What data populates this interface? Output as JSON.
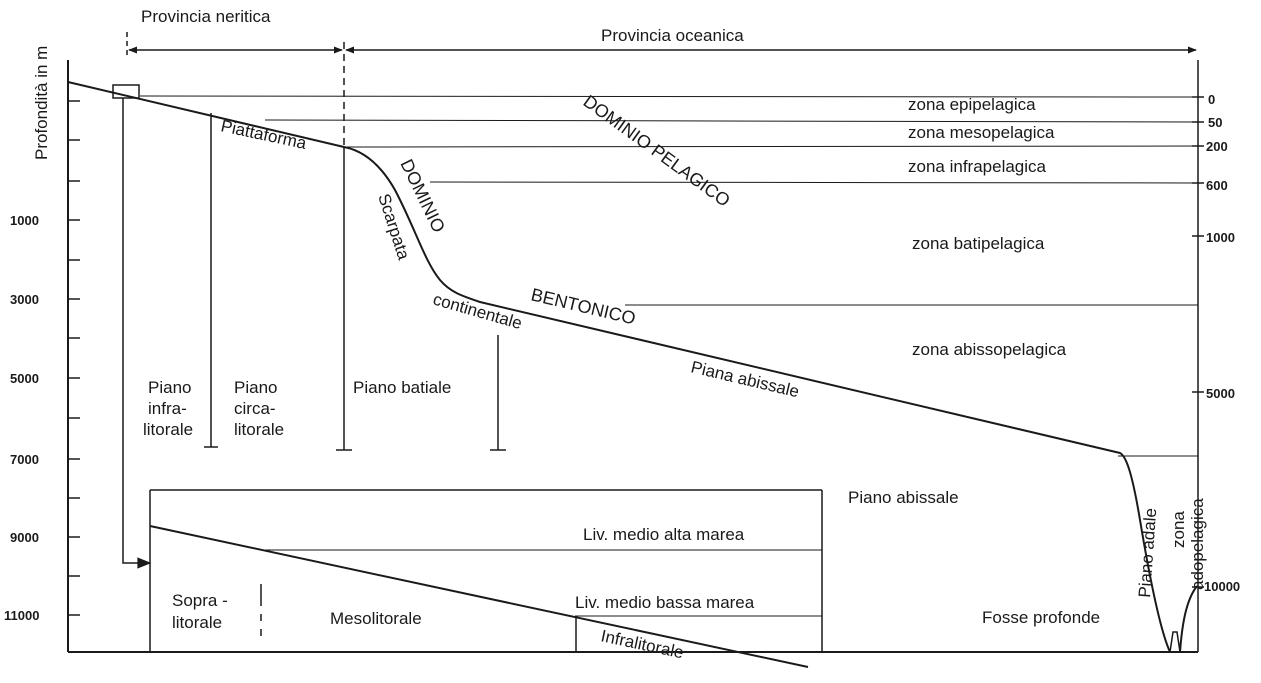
{
  "title_neritic": "Provincia neritica",
  "title_oceanic": "Provincia oceanica",
  "axis_label": "Profondità in m",
  "left_ticks": [
    "1000",
    "3000",
    "5000",
    "7000",
    "9000",
    "11000"
  ],
  "right_ticks": [
    "0",
    "50",
    "200",
    "600",
    "1000",
    "5000",
    "10000"
  ],
  "pelagic_zones": {
    "epi": "zona epipelagica",
    "meso": "zona mesopelagica",
    "infra": "zona infrapelagica",
    "bati": "zona batipelagica",
    "abisso": "zona abissopelagica",
    "ado1": "zona",
    "ado2": "adopelagica"
  },
  "domain_labels": {
    "pelagico": "DOMINIO PELAGICO",
    "dominio": "DOMINIO",
    "bentonico": "BENTONICO"
  },
  "relief": {
    "piattaforma": "Piattaforma",
    "scarpata": "Scarpata",
    "continentale": "continentale",
    "piana": "Piana abissale",
    "fosse": "Fosse profonde",
    "adale": "Piano adale"
  },
  "piani": {
    "infra1": "Piano",
    "infra2": "infra-",
    "infra3": "litorale",
    "circa1": "Piano",
    "circa2": "circa-",
    "circa3": "litorale",
    "batiale": "Piano batiale",
    "abissale": "Piano abissale"
  },
  "inset": {
    "alta": "Liv. medio alta marea",
    "bassa": "Liv. medio bassa marea",
    "sopra1": "Sopra -",
    "sopra2": "litorale",
    "meso": "Mesolitorale",
    "infra": "Infralitorale"
  }
}
